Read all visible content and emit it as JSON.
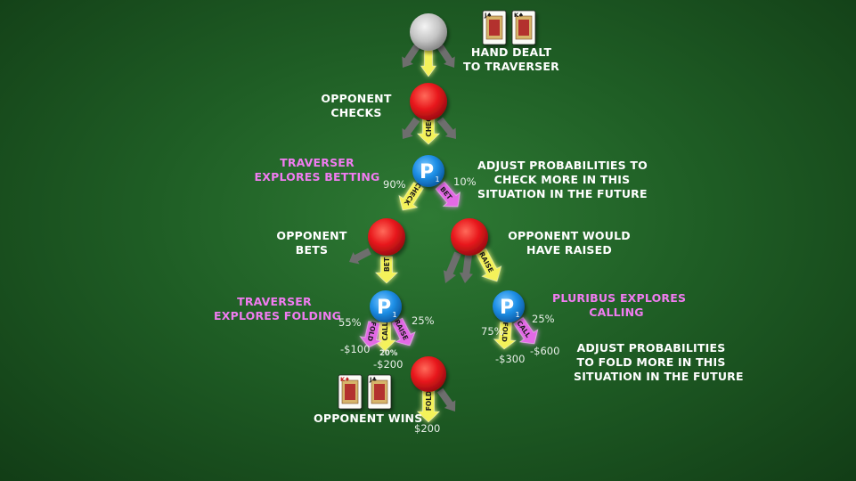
{
  "labels": {
    "hand_dealt": "HAND DEALT\nTO TRAVERSER",
    "opponent_checks": "OPPONENT\nCHECKS",
    "traverser_explores_betting": "TRAVERSER\nEXPLORES BETTING",
    "adjust_check": "ADJUST PROBABILITIES TO\nCHECK MORE IN THIS\nSITUATION IN THE FUTURE",
    "opponent_bets": "OPPONENT\nBETS",
    "opponent_would_have_raised": "OPPONENT WOULD\nHAVE RAISED",
    "traverser_explores_folding": "TRAVERSER\nEXPLORES FOLDING",
    "pluribus_explores_calling": "PLURIBUS EXPLORES\nCALLING",
    "adjust_fold": "ADJUST PROBABILITIES\nTO FOLD MORE IN THIS\nSITUATION IN THE FUTURE",
    "opponent_wins": "OPPONENT WINS"
  },
  "actions": {
    "check1": "CHECK",
    "check2": "CHECK",
    "bet1": "BET",
    "bet2": "BET",
    "raise1": "RAISE",
    "fold1": "FOLD",
    "call1": "CALL",
    "raise2": "RAISE",
    "fold2": "FOLD",
    "call2": "CALL",
    "fold3": "FOLD"
  },
  "pluribus_node": {
    "letter": "P",
    "subscript": "1"
  },
  "values": {
    "p_check": "90%",
    "p_bet": "10%",
    "p_fold1": "55%",
    "p_raise1": "25%",
    "p_call1": "20%",
    "pay_fold1": "-$100",
    "pay_call1": "-$200",
    "p_fold2": "75%",
    "p_call2": "25%",
    "pay_fold2": "-$300",
    "pay_call2": "-$600",
    "pay_opp_win": "$200"
  },
  "cards": {
    "traverser_hand": [
      "J♠",
      "K♠"
    ],
    "opponent_hand": [
      "K♦",
      "J♣"
    ]
  },
  "colors": {
    "felt": "#1f5e25",
    "opponent_node": "#e8181c",
    "chance_node": "#bdbdbd",
    "pluribus_node": "#1e8fe6",
    "highlight_arrow": "#f4f25a",
    "explore_arrow": "#e36be6",
    "pruned_arrow": "#6e6e6e",
    "pink_text": "#f07cf0"
  }
}
